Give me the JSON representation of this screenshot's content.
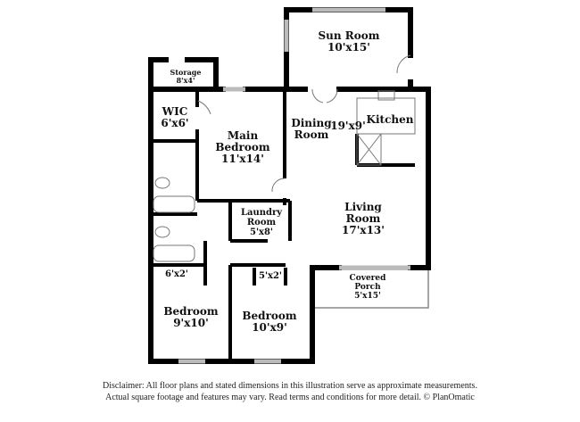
{
  "rooms": {
    "sun_room": {
      "name": "Sun Room",
      "dims": "10'x15'"
    },
    "storage": {
      "name": "Storage",
      "dims": "8'x4'"
    },
    "wic": {
      "name": "WIC",
      "dims": "6'x6'"
    },
    "main_bedroom": {
      "name": "Main Bedroom",
      "dims": "11'x14'"
    },
    "dining_room": {
      "name": "Dining Room"
    },
    "kitchen_dining_dims": "19'x9'",
    "kitchen": {
      "name": "Kitchen"
    },
    "laundry_room": {
      "name": "Laundry Room",
      "dims": "5'x8'"
    },
    "living_room": {
      "name": "Living Room",
      "dims": "17'x13'"
    },
    "closet_1": {
      "dims": "6'x2'"
    },
    "closet_2": {
      "dims": "5'x2'"
    },
    "covered_porch": {
      "name": "Covered Porch",
      "dims": "5'x15'"
    },
    "bedroom_1": {
      "name": "Bedroom",
      "dims": "9'x10'"
    },
    "bedroom_2": {
      "name": "Bedroom",
      "dims": "10'x9'"
    }
  },
  "disclaimer": {
    "line1": "Disclaimer: All floor plans and stated dimensions in this illustration serve as approximate measurements.",
    "line2": "Actual square footage and features may vary. Read terms and conditions for more detail. © PlanOmatic"
  },
  "colors": {
    "wall": "#000000",
    "window": "#cccccc",
    "thin": "#777777"
  }
}
